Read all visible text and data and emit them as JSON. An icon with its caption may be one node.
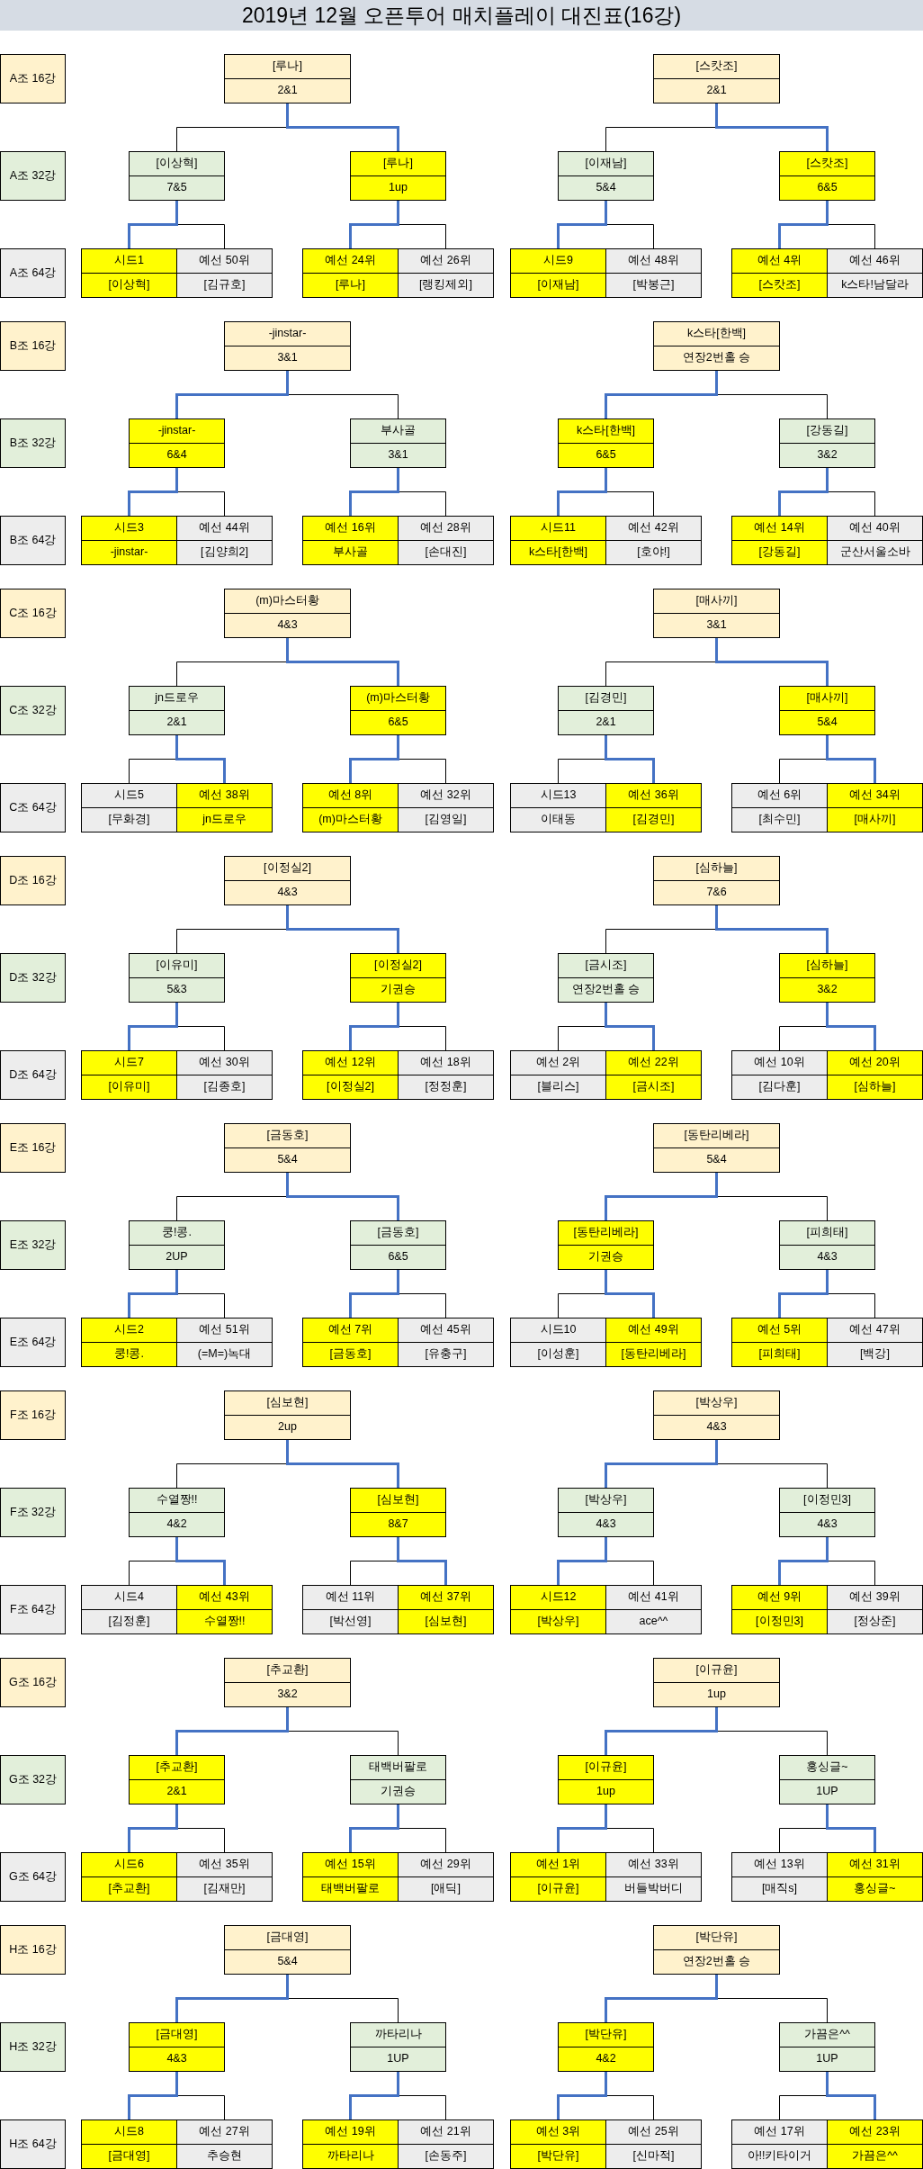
{
  "diagram": {
    "title": "2019년 12월 오픈투어 매치플레이 대진표(16강)",
    "nodes": [
      {
        "text": [
          "A조 16강"
        ]
      },
      {
        "text": [
          "[루나]",
          "2&1"
        ]
      },
      {
        "text": [
          "[스캇조]",
          "2&1"
        ]
      },
      {
        "text": [
          "A조 32강"
        ]
      },
      {
        "text": [
          "[이상혁]",
          "7&5"
        ]
      },
      {
        "text": [
          "[루나]",
          "1up"
        ]
      },
      {
        "text": [
          "[이재남]",
          "5&4"
        ]
      },
      {
        "text": [
          "[스캇조]",
          "6&5"
        ]
      },
      {
        "text": [
          "A조 64강"
        ]
      },
      {
        "text": [
          "시드1",
          "[이상혁]"
        ]
      },
      {
        "text": [
          "예선 50위",
          "[김규호]"
        ]
      },
      {
        "text": [
          "예선 24위",
          "[루나]"
        ]
      },
      {
        "text": [
          "예선 26위",
          "[랭킹제외]"
        ]
      },
      {
        "text": [
          "시드9",
          "[이재남]"
        ]
      },
      {
        "text": [
          "예선 48위",
          "[박봉근]"
        ]
      },
      {
        "text": [
          "예선 4위",
          "[스캇조]"
        ]
      },
      {
        "text": [
          "예선 46위",
          "k스타!남달라"
        ]
      },
      {
        "text": [
          "B조 16강"
        ]
      },
      {
        "text": [
          "-jinstar-",
          "3&1"
        ]
      },
      {
        "text": [
          "k스타[한백]",
          "연장2번홀 승"
        ]
      },
      {
        "text": [
          "B조 32강"
        ]
      },
      {
        "text": [
          "-jinstar-",
          "6&4"
        ]
      },
      {
        "text": [
          "부사골",
          "3&1"
        ]
      },
      {
        "text": [
          "k스타[한백]",
          "6&5"
        ]
      },
      {
        "text": [
          "[강동길]",
          "3&2"
        ]
      },
      {
        "text": [
          "B조 64강"
        ]
      },
      {
        "text": [
          "시드3",
          "-jinstar-"
        ]
      },
      {
        "text": [
          "예선 44위",
          "[김양희2]"
        ]
      },
      {
        "text": [
          "예선 16위",
          "부사골"
        ]
      },
      {
        "text": [
          "예선 28위",
          "[손대진]"
        ]
      },
      {
        "text": [
          "시드11",
          "k스타[한백]"
        ]
      },
      {
        "text": [
          "예선 42위",
          "[호야!]"
        ]
      },
      {
        "text": [
          "예선 14위",
          "[강동길]"
        ]
      },
      {
        "text": [
          "예선 40위",
          "군산서울소바"
        ]
      },
      {
        "text": [
          "C조 16강"
        ]
      },
      {
        "text": [
          "(m)마스터황",
          "4&3"
        ]
      },
      {
        "text": [
          "[매사끼]",
          "3&1"
        ]
      },
      {
        "text": [
          "C조 32강"
        ]
      },
      {
        "text": [
          "jn드로우",
          "2&1"
        ]
      },
      {
        "text": [
          "(m)마스터황",
          "6&5"
        ]
      },
      {
        "text": [
          "[김경민]",
          "2&1"
        ]
      },
      {
        "text": [
          "[매사끼]",
          "5&4"
        ]
      },
      {
        "text": [
          "C조 64강"
        ]
      },
      {
        "text": [
          "시드5",
          "[무화경]"
        ]
      },
      {
        "text": [
          "예선 38위",
          "jn드로우"
        ]
      },
      {
        "text": [
          "예선 8위",
          "(m)마스터황"
        ]
      },
      {
        "text": [
          "예선 32위",
          "[김영일]"
        ]
      },
      {
        "text": [
          "시드13",
          "이태동"
        ]
      },
      {
        "text": [
          "예선 36위",
          "[김경민]"
        ]
      },
      {
        "text": [
          "예선 6위",
          "[최수민]"
        ]
      },
      {
        "text": [
          "예선 34위",
          "[매사끼]"
        ]
      },
      {
        "text": [
          "D조 16강"
        ]
      },
      {
        "text": [
          "[이정실2]",
          "4&3"
        ]
      },
      {
        "text": [
          "[심하늘]",
          "7&6"
        ]
      },
      {
        "text": [
          "D조 32강"
        ]
      },
      {
        "text": [
          "[이유미]",
          "5&3"
        ]
      },
      {
        "text": [
          "[이정실2]",
          "기권승"
        ]
      },
      {
        "text": [
          "[금시조]",
          "연장2번홀 승"
        ]
      },
      {
        "text": [
          "[심하늘]",
          "3&2"
        ]
      },
      {
        "text": [
          "D조 64강"
        ]
      },
      {
        "text": [
          "시드7",
          "[이유미]"
        ]
      },
      {
        "text": [
          "예선 30위",
          "[김종호]"
        ]
      },
      {
        "text": [
          "예선 12위",
          "[이정실2]"
        ]
      },
      {
        "text": [
          "예선 18위",
          "[정정훈]"
        ]
      },
      {
        "text": [
          "예선 2위",
          "[블리스]"
        ]
      },
      {
        "text": [
          "예선 22위",
          "[금시조]"
        ]
      },
      {
        "text": [
          "예선 10위",
          "[김다훈]"
        ]
      },
      {
        "text": [
          "예선 20위",
          "[심하늘]"
        ]
      },
      {
        "text": [
          "E조 16강"
        ]
      },
      {
        "text": [
          "[금동호]",
          "5&4"
        ]
      },
      {
        "text": [
          "[동탄리베라]",
          "5&4"
        ]
      },
      {
        "text": [
          "E조 32강"
        ]
      },
      {
        "text": [
          "쿵!콩.",
          "2UP"
        ]
      },
      {
        "text": [
          "[금동호]",
          "6&5"
        ]
      },
      {
        "text": [
          "[동탄리베라]",
          "기권승"
        ]
      },
      {
        "text": [
          "[피희태]",
          "4&3"
        ]
      },
      {
        "text": [
          "E조 64강"
        ]
      },
      {
        "text": [
          "시드2",
          "쿵!콩."
        ]
      },
      {
        "text": [
          "예선 51위",
          "(=M=)녹대"
        ]
      },
      {
        "text": [
          "예선 7위",
          "[금동호]"
        ]
      },
      {
        "text": [
          "예선 45위",
          "[유충구]"
        ]
      },
      {
        "text": [
          "시드10",
          "[이성훈]"
        ]
      },
      {
        "text": [
          "예선 49위",
          "[동탄리베라]"
        ]
      },
      {
        "text": [
          "예선 5위",
          "[피희태]"
        ]
      },
      {
        "text": [
          "예선 47위",
          "[백강]"
        ]
      },
      {
        "text": [
          "F조 16강"
        ]
      },
      {
        "text": [
          "[심보현]",
          "2up"
        ]
      },
      {
        "text": [
          "[박상우]",
          "4&3"
        ]
      },
      {
        "text": [
          "F조 32강"
        ]
      },
      {
        "text": [
          "수열짱!!",
          "4&2"
        ]
      },
      {
        "text": [
          "[심보현]",
          "8&7"
        ]
      },
      {
        "text": [
          "[박상우]",
          "4&3"
        ]
      },
      {
        "text": [
          "[이정민3]",
          "4&3"
        ]
      },
      {
        "text": [
          "F조 64강"
        ]
      },
      {
        "text": [
          "시드4",
          "[김정훈]"
        ]
      },
      {
        "text": [
          "예선 43위",
          "수열짱!!"
        ]
      },
      {
        "text": [
          "예선 11위",
          "[박선영]"
        ]
      },
      {
        "text": [
          "예선 37위",
          "[심보현]"
        ]
      },
      {
        "text": [
          "시드12",
          "[박상우]"
        ]
      },
      {
        "text": [
          "예선 41위",
          "ace^^"
        ]
      },
      {
        "text": [
          "예선 9위",
          "[이정민3]"
        ]
      },
      {
        "text": [
          "예선 39위",
          "[정상준]"
        ]
      },
      {
        "text": [
          "G조 16강"
        ]
      },
      {
        "text": [
          "[추교환]",
          "3&2"
        ]
      },
      {
        "text": [
          "[이규윤]",
          "1up"
        ]
      },
      {
        "text": [
          "G조 32강"
        ]
      },
      {
        "text": [
          "[추교환]",
          "2&1"
        ]
      },
      {
        "text": [
          "태백버팔로",
          "기권승"
        ]
      },
      {
        "text": [
          "[이규윤]",
          "1up"
        ]
      },
      {
        "text": [
          "홍싱글~",
          "1UP"
        ]
      },
      {
        "text": [
          "G조 64강"
        ]
      },
      {
        "text": [
          "시드6",
          "[추교환]"
        ]
      },
      {
        "text": [
          "예선 35위",
          "[김재만]"
        ]
      },
      {
        "text": [
          "예선 15위",
          "태백버팔로"
        ]
      },
      {
        "text": [
          "예선 29위",
          "[애딕]"
        ]
      },
      {
        "text": [
          "예선 1위",
          "[이규윤]"
        ]
      },
      {
        "text": [
          "예선 33위",
          "버들박버디"
        ]
      },
      {
        "text": [
          "예선 13위",
          "[매직s]"
        ]
      },
      {
        "text": [
          "예선 31위",
          "홍싱글~"
        ]
      },
      {
        "text": [
          "H조 16강"
        ]
      },
      {
        "text": [
          "[금대영]",
          "5&4"
        ]
      },
      {
        "text": [
          "[박단유]",
          "연장2번홀 승"
        ]
      },
      {
        "text": [
          "H조 32강"
        ]
      },
      {
        "text": [
          "[금대영]",
          "4&3"
        ]
      },
      {
        "text": [
          "까타리나",
          "1UP"
        ]
      },
      {
        "text": [
          "[박단유]",
          "4&2"
        ]
      },
      {
        "text": [
          "가끔은^^",
          "1UP"
        ]
      },
      {
        "text": [
          "H조 64강"
        ]
      },
      {
        "text": [
          "시드8",
          "[금대영]"
        ]
      },
      {
        "text": [
          "예선 27위",
          "추승현"
        ]
      },
      {
        "text": [
          "예선 19위",
          "까타리나"
        ]
      },
      {
        "text": [
          "예선 21위",
          "[손동주]"
        ]
      },
      {
        "text": [
          "예선 3위",
          "[박단유]"
        ]
      },
      {
        "text": [
          "예선 25위",
          "[신마적]"
        ]
      },
      {
        "text": [
          "예선 17위",
          "아!!키타이거"
        ]
      },
      {
        "text": [
          "예선 23위",
          "가끔은^^"
        ]
      }
    ],
    "edges": [
      {
        "from": 1,
        "to": 4,
        "arrow": "none"
      },
      {
        "from": 1,
        "to": 5,
        "arrow": "none",
        "color": "#4472c4"
      },
      {
        "from": 2,
        "to": 6,
        "arrow": "none"
      },
      {
        "from": 2,
        "to": 7,
        "arrow": "none",
        "color": "#4472c4"
      },
      {
        "from": 4,
        "to": 9,
        "arrow": "none",
        "color": "#4472c4"
      },
      {
        "from": 4,
        "to": 10,
        "arrow": "none"
      },
      {
        "from": 5,
        "to": 11,
        "arrow": "none",
        "color": "#4472c4"
      },
      {
        "from": 5,
        "to": 12,
        "arrow": "none"
      },
      {
        "from": 6,
        "to": 13,
        "arrow": "none",
        "color": "#4472c4"
      },
      {
        "from": 6,
        "to": 14,
        "arrow": "none"
      },
      {
        "from": 7,
        "to": 15,
        "arrow": "none",
        "color": "#4472c4"
      },
      {
        "from": 7,
        "to": 16,
        "arrow": "none"
      },
      {
        "from": 18,
        "to": 21,
        "arrow": "none",
        "color": "#4472c4"
      },
      {
        "from": 18,
        "to": 22,
        "arrow": "none"
      },
      {
        "from": 19,
        "to": 23,
        "arrow": "none",
        "color": "#4472c4"
      },
      {
        "from": 19,
        "to": 24,
        "arrow": "none"
      },
      {
        "from": 21,
        "to": 26,
        "arrow": "none",
        "color": "#4472c4"
      },
      {
        "from": 21,
        "to": 27,
        "arrow": "none"
      },
      {
        "from": 22,
        "to": 28,
        "arrow": "none",
        "color": "#4472c4"
      },
      {
        "from": 22,
        "to": 29,
        "arrow": "none"
      },
      {
        "from": 23,
        "to": 30,
        "arrow": "none",
        "color": "#4472c4"
      },
      {
        "from": 23,
        "to": 31,
        "arrow": "none"
      },
      {
        "from": 24,
        "to": 32,
        "arrow": "none",
        "color": "#4472c4"
      },
      {
        "from": 24,
        "to": 33,
        "arrow": "none"
      },
      {
        "from": 35,
        "to": 38,
        "arrow": "none"
      },
      {
        "from": 35,
        "to": 39,
        "arrow": "none",
        "color": "#4472c4"
      },
      {
        "from": 36,
        "to": 40,
        "arrow": "none"
      },
      {
        "from": 36,
        "to": 41,
        "arrow": "none",
        "color": "#4472c4"
      },
      {
        "from": 38,
        "to": 43,
        "arrow": "none"
      },
      {
        "from": 38,
        "to": 44,
        "arrow": "none",
        "color": "#4472c4"
      },
      {
        "from": 39,
        "to": 45,
        "arrow": "none",
        "color": "#4472c4"
      },
      {
        "from": 39,
        "to": 46,
        "arrow": "none"
      },
      {
        "from": 40,
        "to": 47,
        "arrow": "none"
      },
      {
        "from": 40,
        "to": 48,
        "arrow": "none",
        "color": "#4472c4"
      },
      {
        "from": 41,
        "to": 49,
        "arrow": "none"
      },
      {
        "from": 41,
        "to": 50,
        "arrow": "none",
        "color": "#4472c4"
      },
      {
        "from": 52,
        "to": 55,
        "arrow": "none"
      },
      {
        "from": 52,
        "to": 56,
        "arrow": "none",
        "color": "#4472c4"
      },
      {
        "from": 53,
        "to": 57,
        "arrow": "none"
      },
      {
        "from": 53,
        "to": 58,
        "arrow": "none",
        "color": "#4472c4"
      },
      {
        "from": 55,
        "to": 60,
        "arrow": "none",
        "color": "#4472c4"
      },
      {
        "from": 55,
        "to": 61,
        "arrow": "none"
      },
      {
        "from": 56,
        "to": 62,
        "arrow": "none",
        "color": "#4472c4"
      },
      {
        "from": 56,
        "to": 63,
        "arrow": "none"
      },
      {
        "from": 57,
        "to": 64,
        "arrow": "none"
      },
      {
        "from": 57,
        "to": 65,
        "arrow": "none",
        "color": "#4472c4"
      },
      {
        "from": 58,
        "to": 66,
        "arrow": "none"
      },
      {
        "from": 58,
        "to": 67,
        "arrow": "none",
        "color": "#4472c4"
      },
      {
        "from": 69,
        "to": 72,
        "arrow": "none"
      },
      {
        "from": 69,
        "to": 73,
        "arrow": "none",
        "color": "#4472c4"
      },
      {
        "from": 70,
        "to": 74,
        "arrow": "none",
        "color": "#4472c4"
      },
      {
        "from": 70,
        "to": 75,
        "arrow": "none"
      },
      {
        "from": 72,
        "to": 77,
        "arrow": "none",
        "color": "#4472c4"
      },
      {
        "from": 72,
        "to": 78,
        "arrow": "none"
      },
      {
        "from": 73,
        "to": 79,
        "arrow": "none",
        "color": "#4472c4"
      },
      {
        "from": 73,
        "to": 80,
        "arrow": "none"
      },
      {
        "from": 74,
        "to": 81,
        "arrow": "none"
      },
      {
        "from": 74,
        "to": 82,
        "arrow": "none",
        "color": "#4472c4"
      },
      {
        "from": 75,
        "to": 83,
        "arrow": "none",
        "color": "#4472c4"
      },
      {
        "from": 75,
        "to": 84,
        "arrow": "none"
      },
      {
        "from": 86,
        "to": 89,
        "arrow": "none"
      },
      {
        "from": 86,
        "to": 90,
        "arrow": "none",
        "color": "#4472c4"
      },
      {
        "from": 87,
        "to": 91,
        "arrow": "none",
        "color": "#4472c4"
      },
      {
        "from": 87,
        "to": 92,
        "arrow": "none"
      },
      {
        "from": 89,
        "to": 94,
        "arrow": "none"
      },
      {
        "from": 89,
        "to": 95,
        "arrow": "none",
        "color": "#4472c4"
      },
      {
        "from": 90,
        "to": 96,
        "arrow": "none"
      },
      {
        "from": 90,
        "to": 97,
        "arrow": "none",
        "color": "#4472c4"
      },
      {
        "from": 91,
        "to": 98,
        "arrow": "none",
        "color": "#4472c4"
      },
      {
        "from": 91,
        "to": 99,
        "arrow": "none"
      },
      {
        "from": 92,
        "to": 100,
        "arrow": "none",
        "color": "#4472c4"
      },
      {
        "from": 92,
        "to": 101,
        "arrow": "none"
      },
      {
        "from": 103,
        "to": 106,
        "arrow": "none",
        "color": "#4472c4"
      },
      {
        "from": 103,
        "to": 107,
        "arrow": "none"
      },
      {
        "from": 104,
        "to": 108,
        "arrow": "none",
        "color": "#4472c4"
      },
      {
        "from": 104,
        "to": 109,
        "arrow": "none"
      },
      {
        "from": 106,
        "to": 111,
        "arrow": "none",
        "color": "#4472c4"
      },
      {
        "from": 106,
        "to": 112,
        "arrow": "none"
      },
      {
        "from": 107,
        "to": 113,
        "arrow": "none",
        "color": "#4472c4"
      },
      {
        "from": 107,
        "to": 114,
        "arrow": "none"
      },
      {
        "from": 108,
        "to": 115,
        "arrow": "none",
        "color": "#4472c4"
      },
      {
        "from": 108,
        "to": 116,
        "arrow": "none"
      },
      {
        "from": 109,
        "to": 117,
        "arrow": "none"
      },
      {
        "from": 109,
        "to": 118,
        "arrow": "none",
        "color": "#4472c4"
      },
      {
        "from": 120,
        "to": 123,
        "arrow": "none",
        "color": "#4472c4"
      },
      {
        "from": 120,
        "to": 124,
        "arrow": "none"
      },
      {
        "from": 121,
        "to": 125,
        "arrow": "none",
        "color": "#4472c4"
      },
      {
        "from": 121,
        "to": 126,
        "arrow": "none"
      },
      {
        "from": 123,
        "to": 128,
        "arrow": "none",
        "color": "#4472c4"
      },
      {
        "from": 123,
        "to": 129,
        "arrow": "none"
      },
      {
        "from": 124,
        "to": 130,
        "arrow": "none",
        "color": "#4472c4"
      },
      {
        "from": 124,
        "to": 131,
        "arrow": "none"
      },
      {
        "from": 125,
        "to": 132,
        "arrow": "none",
        "color": "#4472c4"
      },
      {
        "from": 125,
        "to": 133,
        "arrow": "none"
      },
      {
        "from": 126,
        "to": 134,
        "arrow": "none"
      },
      {
        "from": 126,
        "to": 135,
        "arrow": "none",
        "color": "#4472c4"
      }
    ]
  }
}
